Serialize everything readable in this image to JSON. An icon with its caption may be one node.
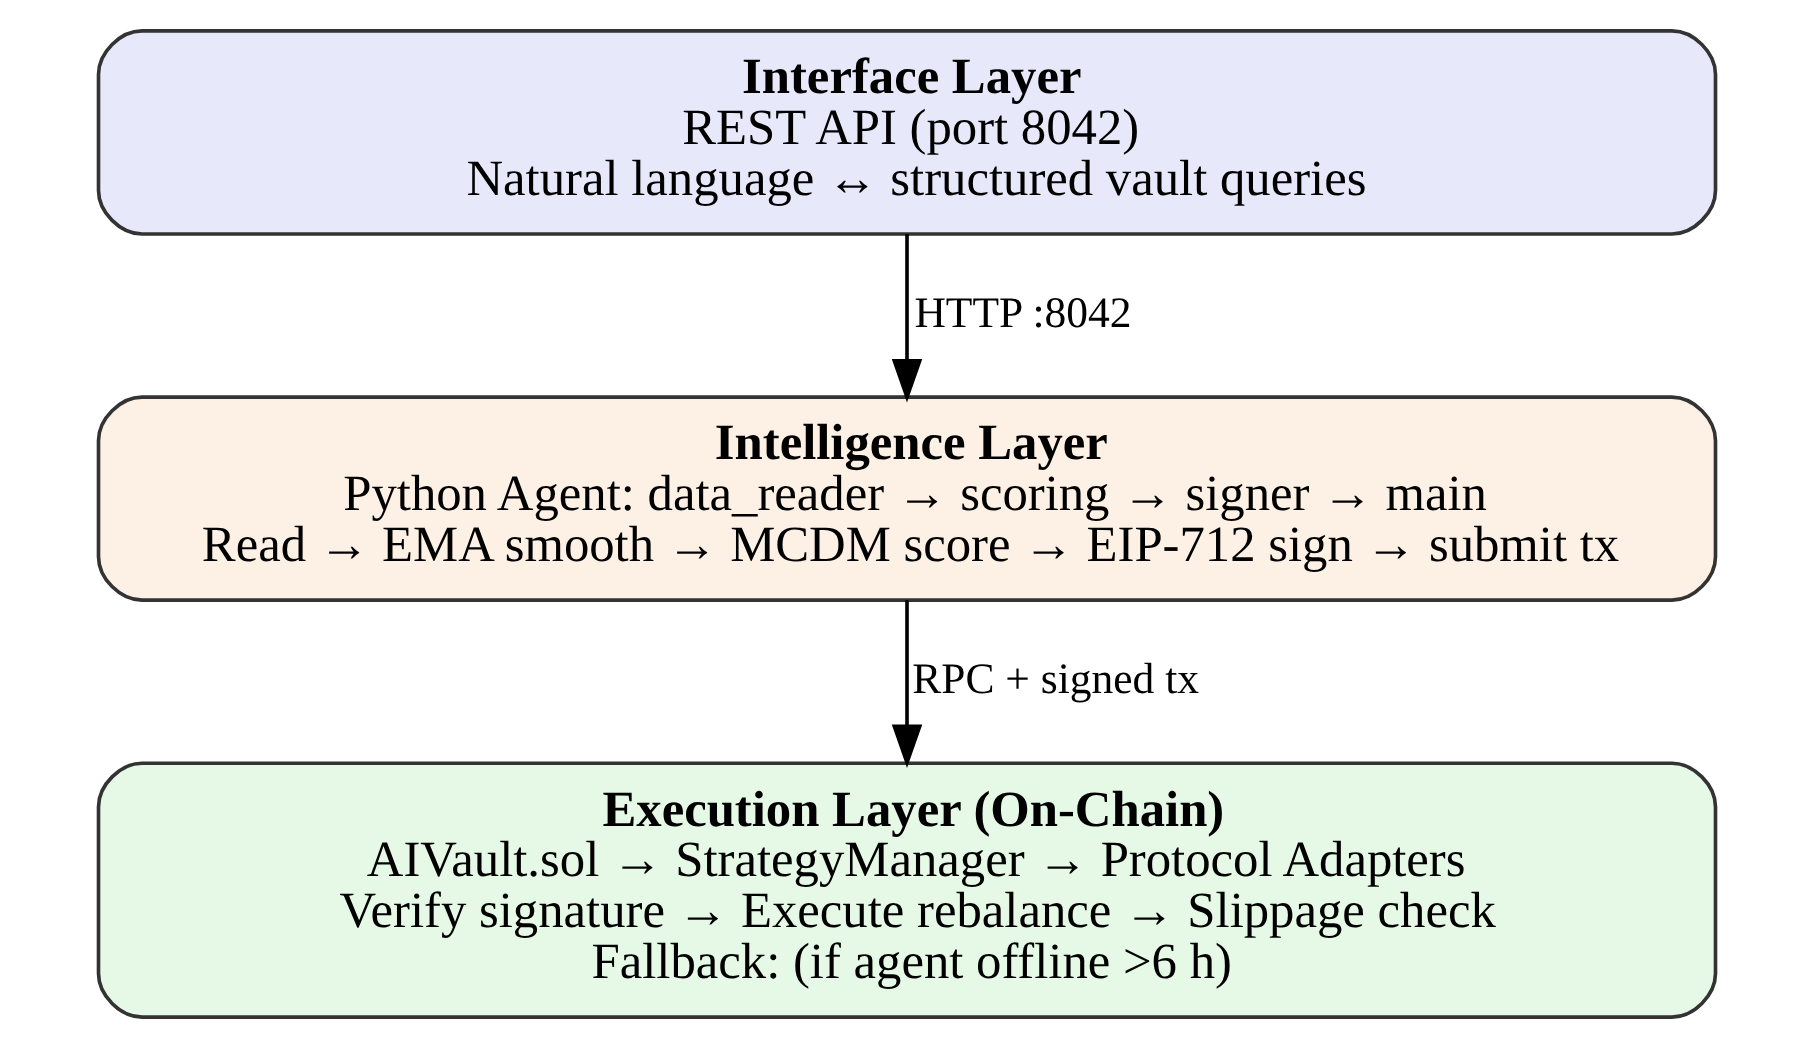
{
  "diagram": {
    "nodes": [
      {
        "text": [
          "Interface Layer",
          "REST API (port 8042)",
          "Natural language ↔ structured vault queries"
        ]
      },
      {
        "text": [
          "Intelligence Layer",
          "Python Agent: data_reader → scoring → signer → main",
          "Read → EMA smooth → MCDM score → EIP-712 sign → submit tx"
        ]
      },
      {
        "text": [
          "Execution Layer (On-Chain)",
          "AIVault.sol → StrategyManager → Protocol Adapters",
          "Verify signature → Execute rebalance → Slippage check",
          "Fallback: (if agent offline >6 h)"
        ]
      }
    ],
    "edges": [
      {
        "from": 0,
        "to": 1,
        "arrow": "to",
        "label": "HTTP :8042"
      },
      {
        "from": 1,
        "to": 2,
        "arrow": "to",
        "label": "RPC + signed tx"
      }
    ]
  }
}
